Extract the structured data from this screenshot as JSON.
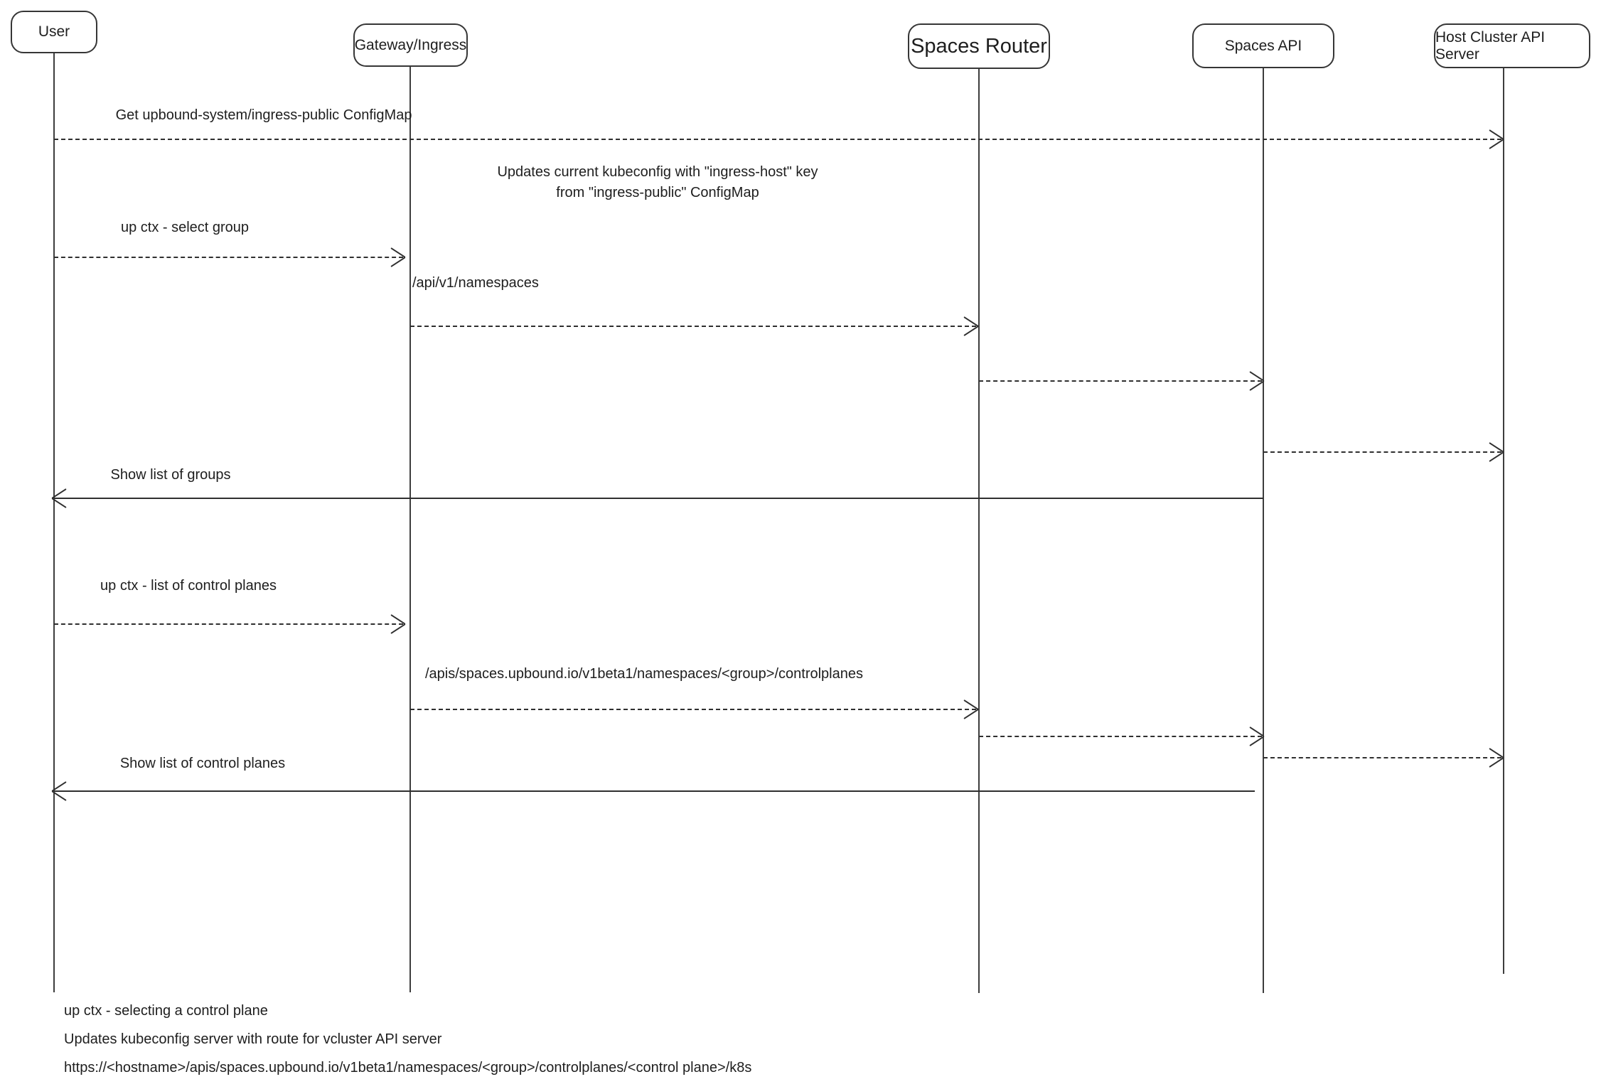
{
  "diagram": {
    "colors": {
      "background": "#ffffff",
      "stroke": "#2f2f2f",
      "text": "#1e1e1e"
    },
    "actors": [
      {
        "label": "User"
      },
      {
        "label": "Gateway/Ingress"
      },
      {
        "label": "Spaces Router"
      },
      {
        "label": "Spaces API"
      },
      {
        "label": "Host Cluster API Server"
      }
    ],
    "messages": {
      "get_configmap": "Get upbound-system/ingress-public ConfigMap",
      "select_group_cmd": "up ctx - select group",
      "namespaces_request": "/api/v1/namespaces",
      "show_groups": "Show list of groups",
      "list_control_planes_cmd": "up ctx - list of control planes",
      "controlplanes_request": "/apis/spaces.upbound.io/v1beta1/namespaces/<group>/controlplanes",
      "show_control_planes": "Show list of control planes"
    },
    "note": {
      "line1": "Updates current kubeconfig with \"ingress-host\" key",
      "line2": "from \"ingress-public\" ConfigMap"
    },
    "footer": {
      "line1": "up ctx - selecting a control plane",
      "line2": "Updates kubeconfig server with route for vcluster API server",
      "line3": "https://<hostname>/apis/spaces.upbound.io/v1beta1/namespaces/<group>/controlplanes/<control plane>/k8s"
    }
  }
}
